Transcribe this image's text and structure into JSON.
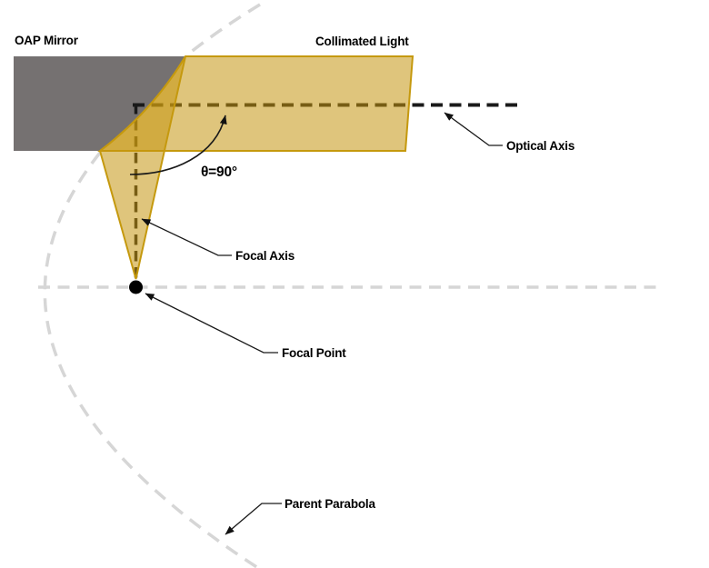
{
  "diagram": {
    "labels": {
      "oap_mirror": "OAP Mirror",
      "collimated_light": "Collimated Light",
      "optical_axis": "Optical Axis",
      "angle": "θ=90°",
      "focal_axis": "Focal Axis",
      "focal_point": "Focal Point",
      "parent_parabola": "Parent Parabola"
    },
    "colors": {
      "mirror_gray": "#757171",
      "beam_fill": "rgba(197,149,16,0.55)",
      "beam_stroke": "#C5990E",
      "axis_black": "#1A1A1A",
      "parabola_gray": "#D6D6D6",
      "dot_black": "#000000",
      "leader_black": "#1A1A1A"
    }
  }
}
